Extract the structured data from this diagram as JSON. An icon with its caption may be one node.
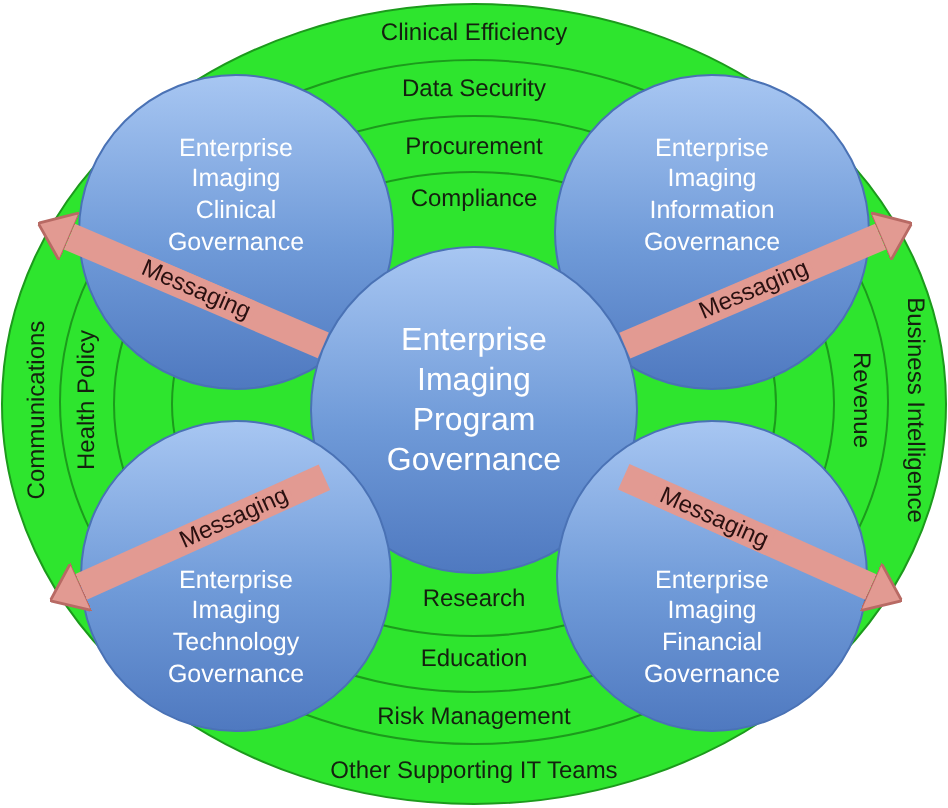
{
  "diagram": {
    "nodes": [
      {
        "text": [
          "Enterprise Imaging Clinical Governance"
        ]
      },
      {
        "text": [
          "Enterprise Imaging Information Governance"
        ]
      },
      {
        "text": [
          "Enterprise Imaging Program Governance"
        ]
      },
      {
        "text": [
          "Enterprise Imaging Technology Governance"
        ]
      },
      {
        "text": [
          "Enterprise Imaging Financial Governance"
        ]
      }
    ],
    "edges": [
      {
        "from": 2,
        "to": 0,
        "arrow": "to",
        "label": "Messaging"
      },
      {
        "from": 2,
        "to": 1,
        "arrow": "to",
        "label": "Messaging"
      },
      {
        "from": 2,
        "to": 3,
        "arrow": "to",
        "label": "Messaging"
      },
      {
        "from": 2,
        "to": 4,
        "arrow": "to",
        "label": "Messaging"
      }
    ],
    "labels": [
      "Clinical Efficiency",
      "Data Security",
      "Procurement",
      "Compliance",
      "Communications",
      "Health Policy",
      "Revenue",
      "Business Intelligence",
      "Research",
      "Education",
      "Risk Management",
      "Other Supporting IT Teams"
    ]
  }
}
